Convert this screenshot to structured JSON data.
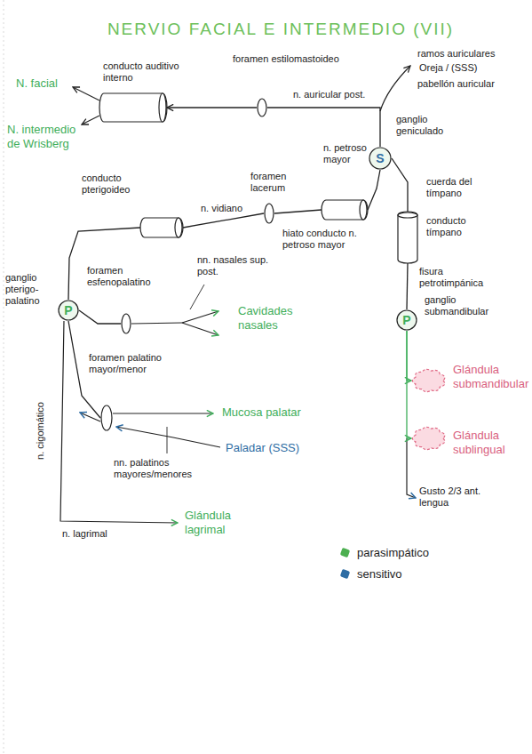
{
  "diagram": {
    "title": "NERVIO FACIAL E INTERMEDIO (VII)",
    "nodes": [
      {
        "text": [
          "conducto auditivo interno"
        ]
      },
      {
        "text": [
          "foramen estilomastoideo"
        ]
      },
      {
        "text": [
          "S",
          "ganglio geniculado"
        ]
      },
      {
        "text": [
          "conducto pterigoideo"
        ]
      },
      {
        "text": [
          "foramen lacerum"
        ]
      },
      {
        "text": [
          "hiato conducto n. petroso mayor"
        ]
      },
      {
        "text": [
          "conducto tímpano"
        ]
      },
      {
        "text": [
          "P",
          "ganglio pterigo-palatino"
        ]
      },
      {
        "text": [
          "foramen esfenopalatino"
        ]
      },
      {
        "text": [
          "P",
          "ganglio submandibular"
        ]
      },
      {
        "text": [
          "foramen palatino mayor/menor"
        ]
      },
      {
        "text": [
          "Glándula submandibular"
        ]
      },
      {
        "text": [
          "Glándula sublingual"
        ]
      }
    ],
    "edges": [
      {
        "from": 1,
        "to": 0,
        "arrow": "to"
      },
      {
        "from": 2,
        "to": 1,
        "arrow": "none"
      },
      {
        "from": 2,
        "to": 5,
        "arrow": "none",
        "label": "n. petroso mayor"
      },
      {
        "from": 5,
        "to": 4,
        "arrow": "none"
      },
      {
        "from": 4,
        "to": 3,
        "arrow": "none",
        "label": "n. vidiano"
      },
      {
        "from": 3,
        "to": 7,
        "arrow": "none"
      },
      {
        "from": 2,
        "to": 6,
        "arrow": "none",
        "label": "cuerda del tímpano"
      },
      {
        "from": 6,
        "to": 9,
        "arrow": "none",
        "label": "fisura petrotimpánica"
      },
      {
        "from": 9,
        "to": 11,
        "arrow": "to"
      },
      {
        "from": 9,
        "to": 12,
        "arrow": "to"
      },
      {
        "from": 7,
        "to": 8,
        "arrow": "none"
      },
      {
        "from": 7,
        "to": 10,
        "arrow": "none"
      }
    ],
    "labels": [
      "N. facial",
      "N. intermedio de Wrisberg",
      "n. auricular post.",
      "ramos auriculares",
      "Oreja / (SSS)",
      "pabellón auricular",
      "nn. nasales sup. post.",
      "Cavidades nasales",
      "Mucosa palatar",
      "Paladar (SSS)",
      "nn. palatinos mayores/menores",
      "n. cigomático",
      "n. lagrimal",
      "Glándula lagrimal",
      "Gusto 2/3 ant. lengua"
    ],
    "legend": [
      {
        "text": "parasimpático",
        "color": "#4caf50"
      },
      {
        "text": "sensitivo",
        "color": "#2e6da4"
      }
    ]
  }
}
